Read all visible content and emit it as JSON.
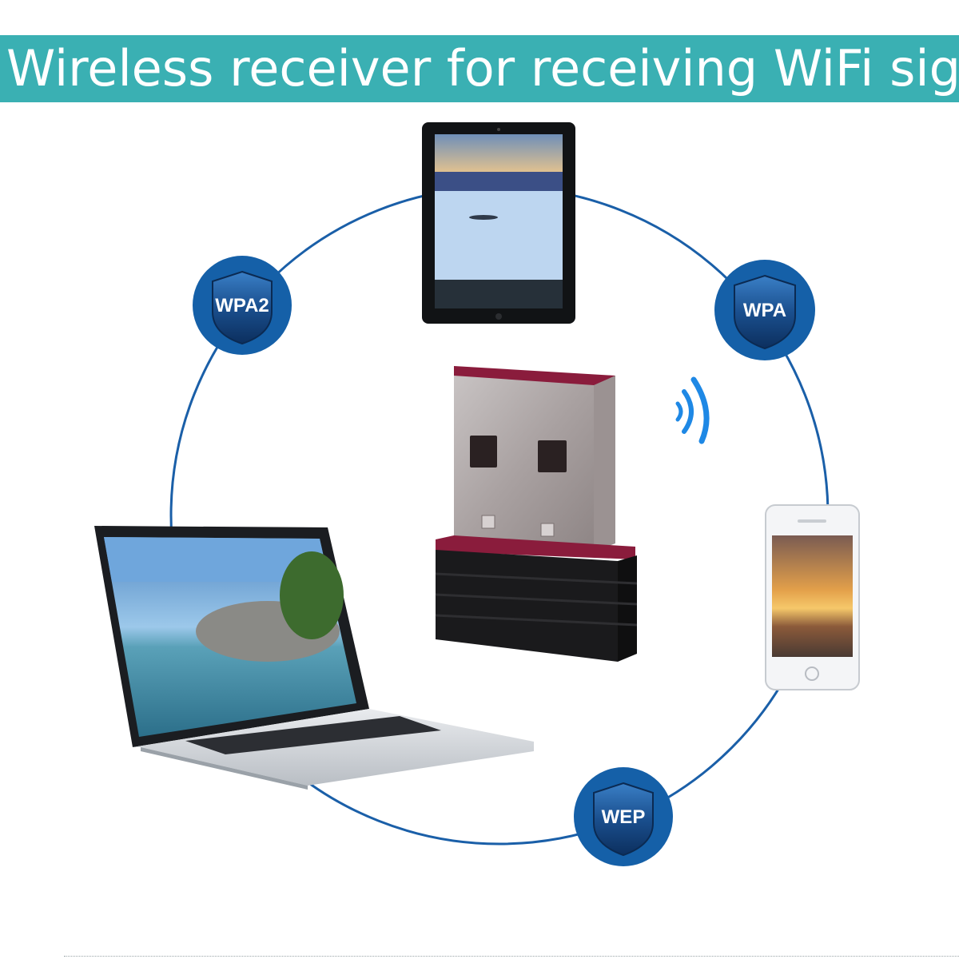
{
  "banner": {
    "title": "Wireless receiver for receiving WiFi signals",
    "background": "#3ab0b3"
  },
  "badges": [
    {
      "label": "WPA2",
      "icon": "shield-icon"
    },
    {
      "label": "WPA",
      "icon": "shield-icon"
    },
    {
      "label": "WEP",
      "icon": "shield-icon"
    }
  ],
  "colors": {
    "ring": "#1a5fa8",
    "badge": "#1560a8",
    "wifi": "#1e88e5",
    "adapter_accent": "#8a1c3c"
  },
  "devices": [
    "tablet-icon",
    "laptop-icon",
    "smartphone-icon",
    "usb-wifi-adapter",
    "wifi-signal-icon"
  ]
}
